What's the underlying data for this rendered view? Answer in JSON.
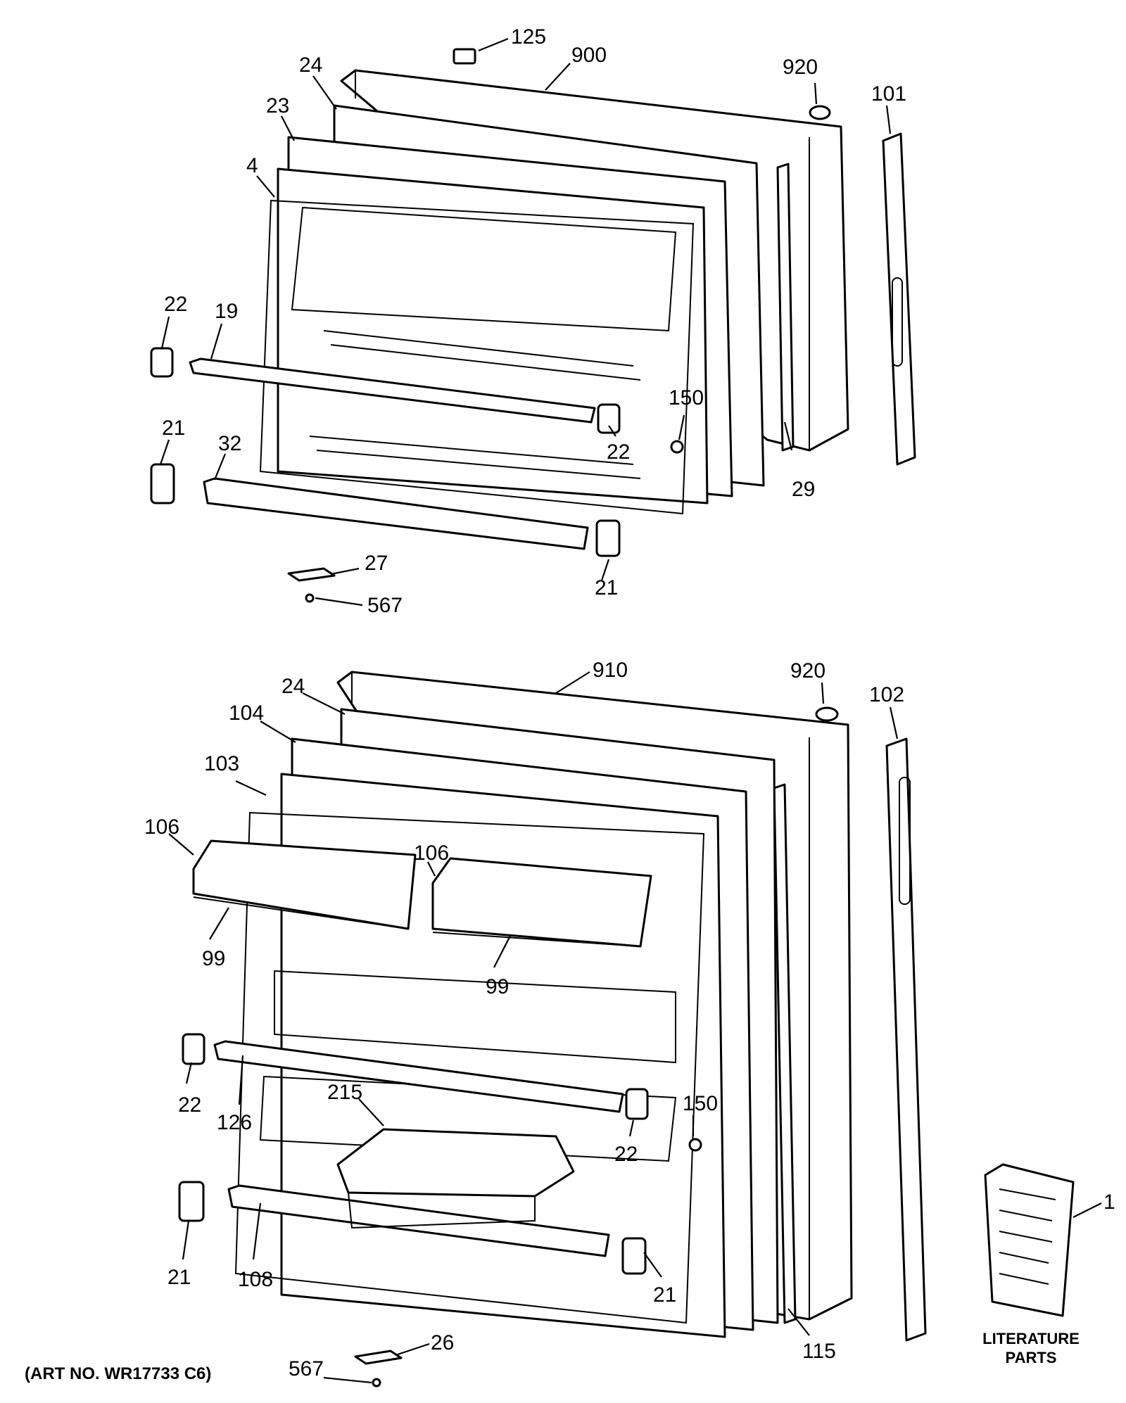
{
  "art_number": "(ART NO. WR17733 C6)",
  "literature": {
    "line1": "LITERATURE",
    "line2": "PARTS"
  },
  "callouts": {
    "top": {
      "c125": "125",
      "c900": "900",
      "c920": "920",
      "c101": "101",
      "c24": "24",
      "c23": "23",
      "c4": "4",
      "c22a": "22",
      "c19": "19",
      "c150": "150",
      "c22b": "22",
      "c21a": "21",
      "c32": "32",
      "c29": "29",
      "c27": "27",
      "c567": "567",
      "c21b": "21"
    },
    "bottom": {
      "c910": "910",
      "c920": "920",
      "c102": "102",
      "c24": "24",
      "c104": "104",
      "c103": "103",
      "c106a": "106",
      "c106b": "106",
      "c99a": "99",
      "c99b": "99",
      "c22a": "22",
      "c126": "126",
      "c215": "215",
      "c150": "150",
      "c22b": "22",
      "c21a": "21",
      "c108": "108",
      "c21b": "21",
      "c115": "115",
      "c26": "26",
      "c567": "567",
      "c1": "1"
    }
  }
}
